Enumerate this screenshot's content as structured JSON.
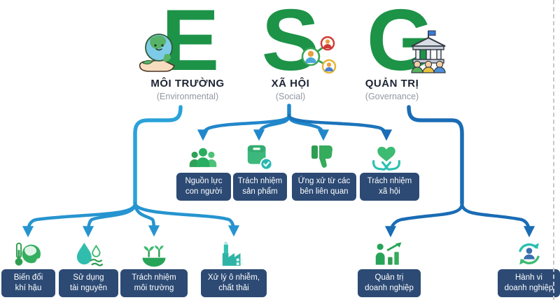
{
  "pillars": [
    {
      "letter": "E",
      "title": "MÔI TRƯỜNG",
      "subtitle": "(Environmental)",
      "icon": "earth-in-hand-icon"
    },
    {
      "letter": "S",
      "title": "XÃ HỘI",
      "subtitle": "(Social)",
      "icon": "people-network-icon"
    },
    {
      "letter": "G",
      "title": "QUẢN TRỊ",
      "subtitle": "(Governance)",
      "icon": "institution-people-icon"
    }
  ],
  "social": {
    "items": [
      {
        "line1": "Nguồn lực",
        "line2": "con người",
        "icon": "team-icon"
      },
      {
        "line1": "Trách nhiệm",
        "line2": "sản phẩm",
        "icon": "product-check-icon"
      },
      {
        "line1": "Ứng xử từ các",
        "line2": "bên liên quan",
        "icon": "thumbs-down-icon"
      },
      {
        "line1": "Trách nhiệm",
        "line2": "xã hội",
        "icon": "heart-in-hands-icon"
      }
    ]
  },
  "environmental": {
    "items": [
      {
        "line1": "Biến đổi",
        "line2": "khí hậu",
        "icon": "climate-thermometer-globe-icon"
      },
      {
        "line1": "Sử dụng",
        "line2": "tài nguyên",
        "icon": "water-drops-icon"
      },
      {
        "line1": "Trách nhiệm",
        "line2": "môi trường",
        "icon": "sprout-globe-icon"
      },
      {
        "line1": "Xử lý ô nhiễm,",
        "line2": "chất thải",
        "icon": "factory-icon"
      }
    ]
  },
  "governance": {
    "items": [
      {
        "line1": "Quản trị",
        "line2": "doanh nghiệp",
        "icon": "growth-chart-person-icon"
      },
      {
        "line1": "Hành vi",
        "line2": "doanh nghiệp",
        "icon": "person-cycle-icon"
      }
    ]
  },
  "colors": {
    "letter_green": "#1d9348",
    "box_navy": "#2c4a74",
    "arrow_light_blue": "#2aa2d9",
    "arrow_mid_blue": "#2187cb",
    "arrow_dark_blue": "#1a6cb5",
    "title_dark": "#1d2433",
    "subtitle_gray": "#9298a2"
  }
}
